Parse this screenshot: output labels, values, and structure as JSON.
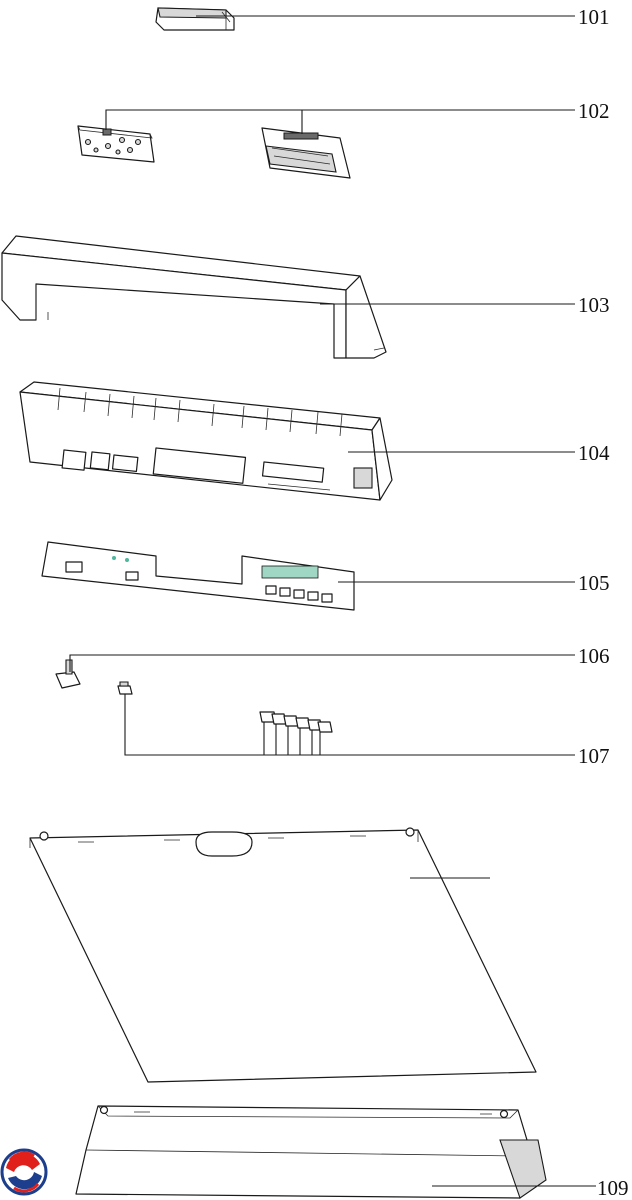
{
  "callouts": [
    {
      "id": "101",
      "label": "101"
    },
    {
      "id": "102",
      "label": "102"
    },
    {
      "id": "103",
      "label": "103"
    },
    {
      "id": "104",
      "label": "104"
    },
    {
      "id": "105",
      "label": "105"
    },
    {
      "id": "106",
      "label": "106"
    },
    {
      "id": "107",
      "label": "107"
    },
    {
      "id": "109",
      "label": "109"
    }
  ],
  "colors": {
    "line": "#1a1a1a",
    "display_window": "#9fd6c4",
    "indicator_led": "#4fb7a0",
    "logo_red": "#e0201b",
    "logo_blue": "#1c3e8c"
  },
  "logo": {
    "icon": "brand-logo-icon"
  }
}
